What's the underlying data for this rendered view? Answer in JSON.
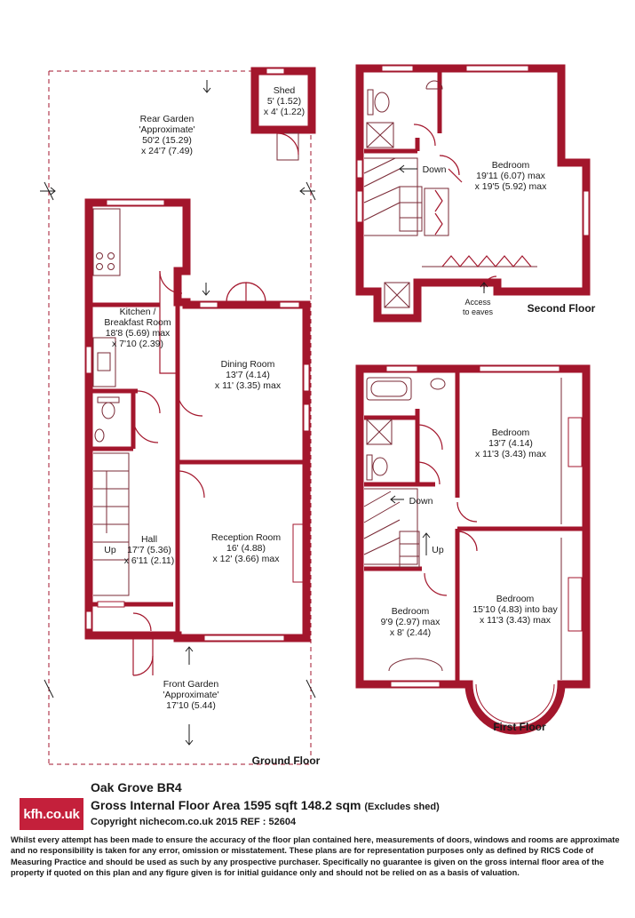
{
  "rooms": {
    "rear_garden": {
      "name": "Rear Garden",
      "note": "'Approximate'",
      "dim1": "50'2 (15.29)",
      "dim2": "x 24'7 (7.49)"
    },
    "shed": {
      "name": "Shed",
      "dim1": "5' (1.52)",
      "dim2": "x 4' (1.22)"
    },
    "kitchen": {
      "name1": "Kitchen /",
      "name2": "Breakfast Room",
      "dim1": "18'8 (5.69) max",
      "dim2": "x 7'10 (2.39)"
    },
    "dining": {
      "name": "Dining Room",
      "dim1": "13'7 (4.14)",
      "dim2": "x 11' (3.35) max"
    },
    "reception": {
      "name": "Reception Room",
      "dim1": "16' (4.88)",
      "dim2": "x 12' (3.66) max"
    },
    "hall": {
      "name": "Hall",
      "dim1": "17'7 (5.36)",
      "dim2": "x 6'11 (2.11)"
    },
    "front_garden": {
      "name": "Front Garden",
      "note": "'Approximate'",
      "dim1": "17'10 (5.44)"
    },
    "sf_bedroom": {
      "name": "Bedroom",
      "dim1": "19'11 (6.07) max",
      "dim2": "x 19'5 (5.92) max"
    },
    "ff_bedroom_rear": {
      "name": "Bedroom",
      "dim1": "13'7 (4.14)",
      "dim2": "x 11'3 (3.43) max"
    },
    "ff_bedroom_small": {
      "name": "Bedroom",
      "dim1": "9'9 (2.97) max",
      "dim2": "x 8' (2.44)"
    },
    "ff_bedroom_front": {
      "name": "Bedroom",
      "dim1": "15'10 (4.83) into bay",
      "dim2": "x 11'3 (3.43) max"
    }
  },
  "labels": {
    "up": "Up",
    "down": "Down",
    "access1": "Access",
    "access2": "to eaves"
  },
  "floors": {
    "ground": "Ground Floor",
    "first": "First Floor",
    "second": "Second Floor"
  },
  "footer": {
    "logo": "kfh.co.uk",
    "address": "Oak Grove BR4",
    "area": "Gross Internal Floor Area 1595 sqft 148.2 sqm",
    "area_note": "(Excludes shed)",
    "copyright": "Copyright nichecom.co.uk 2015 REF : 52604",
    "disclaimer": "Whilst every attempt has been made to ensure the accuracy of the floor plan contained here, measurements of doors, windows and rooms are approximate and no responsibility is taken for any error, omission or misstatement.  These plans are for representation purposes only as defined by RICS Code of Measuring Practice and should be used as such by any prospective purchaser.  Specifically no guarantee is given on the gross internal floor area of the property if quoted on this plan and any figure given is for initial guidance only and should not be relied on as a basis of valuation."
  },
  "colors": {
    "wall": "#a3162c",
    "brand": "#c4203b"
  }
}
